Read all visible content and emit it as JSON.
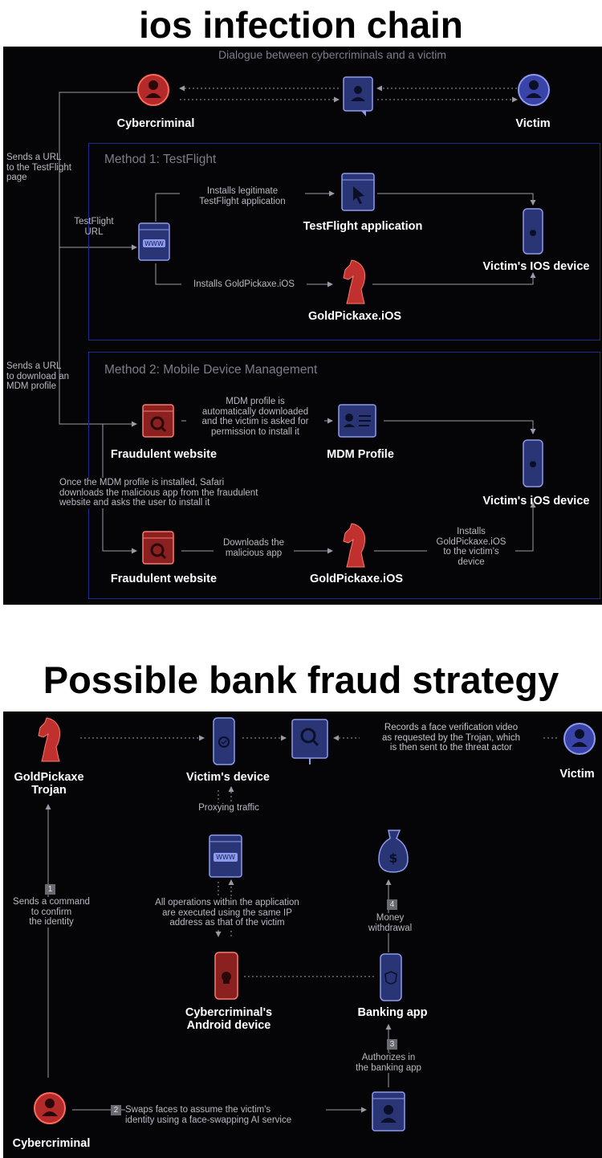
{
  "top": {
    "title": "ios infection chain",
    "dialogue_label": "Dialogue between cybercriminals and a victim",
    "cybercriminal": "Cybercriminal",
    "victim": "Victim",
    "send_testflight_url": "Sends a URL\nto the TestFlight\npage",
    "send_mdm_url": "Sends a URL\nto download an\nMDM profile",
    "method1": {
      "title": "Method 1: TestFlight",
      "testflight_url": "TestFlight\nURL",
      "installs_legit": "Installs legitimate\nTestFlight application",
      "testflight_app": "TestFlight application",
      "installs_goldpickaxe": "Installs GoldPickaxe.iOS",
      "goldpickaxe": "GoldPickaxe.iOS",
      "victim_device": "Victim's IOS device"
    },
    "method2": {
      "title": "Method 2: Mobile Device Management",
      "fraud_site_1": "Fraudulent website",
      "mdm_note": "MDM profile is\nautomatically downloaded\nand the victim is asked for\npermission to install it",
      "mdm_profile": "MDM Profile",
      "victim_device": "Victim's iOS device",
      "safari_note": "Once the MDM profile is installed, Safari\ndownloads the malicious app from the fraudulent\nwebsite and asks the user to install it",
      "fraud_site_2": "Fraudulent website",
      "downloads_app": "Downloads the\nmalicious app",
      "goldpickaxe": "GoldPickaxe.iOS",
      "installs_note": "Installs\nGoldPickaxe.iOS\nto the victim's\ndevice"
    }
  },
  "bottom": {
    "title": "Possible bank fraud strategy",
    "trojan": "GoldPickaxe\nTrojan",
    "victims_device": "Victim's device",
    "victim": "Victim",
    "records_note": "Records a face verification video\nas requested by the Trojan, which\nis then sent to the threat actor",
    "proxying": "Proxying traffic",
    "operations_note": "All operations within the application\nare executed using the same IP\naddress as that of the victim",
    "step1_num": "1",
    "step1": "Sends a command\nto confirm\nthe identity",
    "step4_num": "4",
    "step4": "Money\nwithdrawal",
    "android": "Cybercriminal's\nAndroid device",
    "banking_app": "Banking app",
    "step3_num": "3",
    "step3": "Authorizes in\nthe banking app",
    "step2_num": "2",
    "step2": "Swaps faces to assume the victim's\nidentity using a face-swapping AI service",
    "cybercriminal": "Cybercriminal"
  },
  "icons": [
    "user-red-icon",
    "user-blue-icon",
    "chat-window-icon",
    "browser-www-icon",
    "browser-cursor-icon",
    "phone-apple-icon",
    "chess-knight-icon",
    "fraud-site-icon",
    "mdm-profile-icon",
    "money-bag-icon",
    "phone-check-icon",
    "phone-skull-icon",
    "phone-shield-icon",
    "face-scan-icon",
    "user-window-icon"
  ],
  "colors": {
    "red": "#e0403a",
    "blue": "#4a56c8",
    "box_border": "#1f2a8a",
    "panel": "#050508"
  }
}
